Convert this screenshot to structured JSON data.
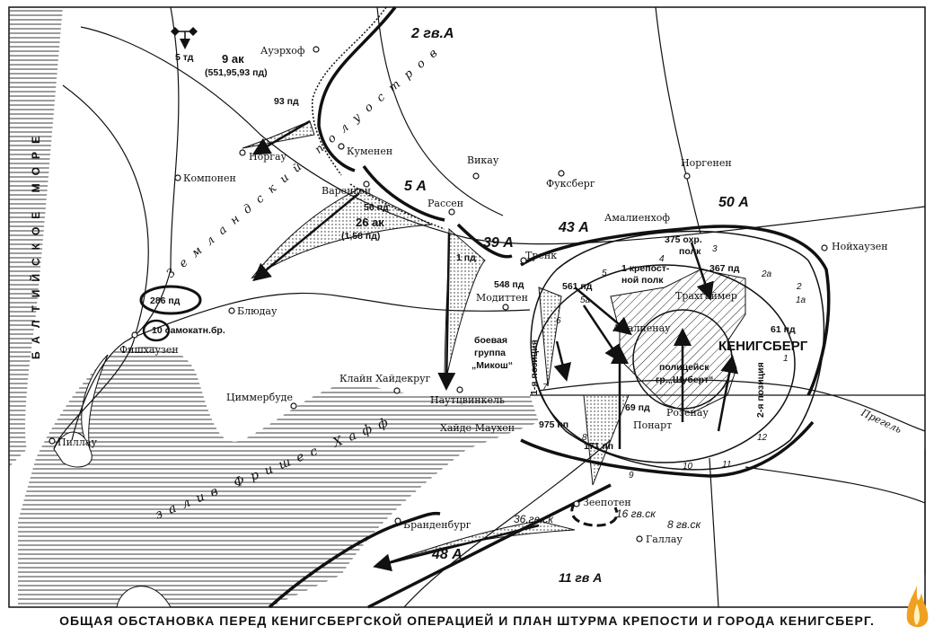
{
  "title": "ОБЩАЯ ОБСТАНОВКА ПЕРЕД КЕНИГСБЕРГСКОЙ ОПЕРАЦИЕЙ И ПЛАН ШТУРМА КРЕПОСТИ И ГОРОДА КЕНИГСБЕРГ.",
  "water": {
    "sea": "БАЛТИЙСКОЕ МОРЕ",
    "lagoon": "залив Фришес Хафф",
    "river": "Прегель"
  },
  "regions": {
    "peninsula": "Земландский полуостров"
  },
  "armies": [
    "2 гв.А",
    "5 А",
    "39 А",
    "43 А",
    "50 А",
    "48 А",
    "11 гв А"
  ],
  "corps": [
    "36.гв.ск",
    "16 гв.ск",
    "8 гв.ск"
  ],
  "legend_unit": "5 тд",
  "enemy_units": {
    "ak9": "9 ак",
    "ak9_divs": "(551,95,93 пд)",
    "pd93": "93 пд",
    "pd56": "56 пд",
    "ak26": "26 ак",
    "ak26_divs": "(1,58 пд)",
    "pd286": "286 пд",
    "bike10": "10 самокатн.бр.",
    "pd1": "1 пд",
    "pd548": "548 пд",
    "pd561": "561 пд",
    "polk375_a": "375 охр.",
    "polk375_b": "полк",
    "pd367": "367 пд",
    "fort1_a": "1 крепост-",
    "fort1_b": "ной полк",
    "pd61": "61 пд",
    "mikosh_a": "боевая",
    "mikosh_b": "группа",
    "mikosh_c": "„Микош“",
    "police_a": "полицейск",
    "police_b": "гр.„Шуберт“",
    "pd69": "69 пд",
    "pp975": "975 пп",
    "pp171": "171 пп"
  },
  "positions": {
    "first": "1-я позиция",
    "second": "2-я позиция"
  },
  "city": "КЕНИГСБЕРГ",
  "places": {
    "auerhof": "Ауэрхоф",
    "norgau": "Норгау",
    "kumenen": "Куменен",
    "vikau": "Викау",
    "fuksberg": "Фуксберг",
    "norgenen": "Норгенен",
    "komponen": "Компонен",
    "varengen": "Варенген",
    "rassen": "Рассен",
    "amalienhof": "Амалиенхоф",
    "noihauzen": "Нойхаузен",
    "trenk": "Тренк",
    "modittem": "Модиттен",
    "trahgaimer": "Трахгаймер",
    "bludau": "Блюдау",
    "fishhauzen": "Фишхаузен",
    "amalienau": "Амалиенау",
    "klain": "Клайн Хайдекруг",
    "cimmerbude": "Циммербуде",
    "nautcvinkel": "Наутцвинкель",
    "rozenau": "Розенау",
    "ponart": "Понарт",
    "haide": "Хайде-Маухен",
    "pillau": "Пиллау",
    "zeepoten": "Зеепотен",
    "gallau": "Галлау",
    "brandenburg": "Бранденбург"
  },
  "fort_numbers": [
    "1",
    "1а",
    "2",
    "2а",
    "3",
    "4",
    "5",
    "5а",
    "6",
    "7",
    "8",
    "9",
    "10",
    "11",
    "12"
  ]
}
